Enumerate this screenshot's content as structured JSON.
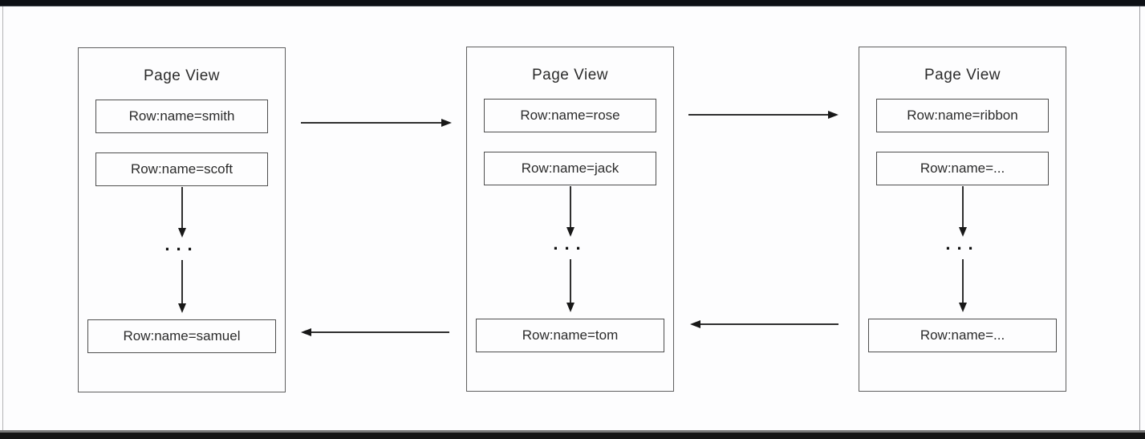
{
  "diagram": {
    "pages": [
      {
        "title": "Page View",
        "rows": [
          "Row:name=smith",
          "Row:name=scoft",
          "Row:name=samuel"
        ],
        "ellipsis": "..."
      },
      {
        "title": "Page View",
        "rows": [
          "Row:name=rose",
          "Row:name=jack",
          "Row:name=tom"
        ],
        "ellipsis": "..."
      },
      {
        "title": "Page View",
        "rows": [
          "Row:name=ribbon",
          "Row:name=...",
          "Row:name=..."
        ],
        "ellipsis": "..."
      }
    ],
    "colors": {
      "background": "#fdfdfe",
      "box_border": "#5f5f5f",
      "row_border": "#4e4e4e",
      "text": "#2b2b2b",
      "arrow": "#2f2f2f",
      "letterbox_bar": "#0d1015"
    }
  }
}
